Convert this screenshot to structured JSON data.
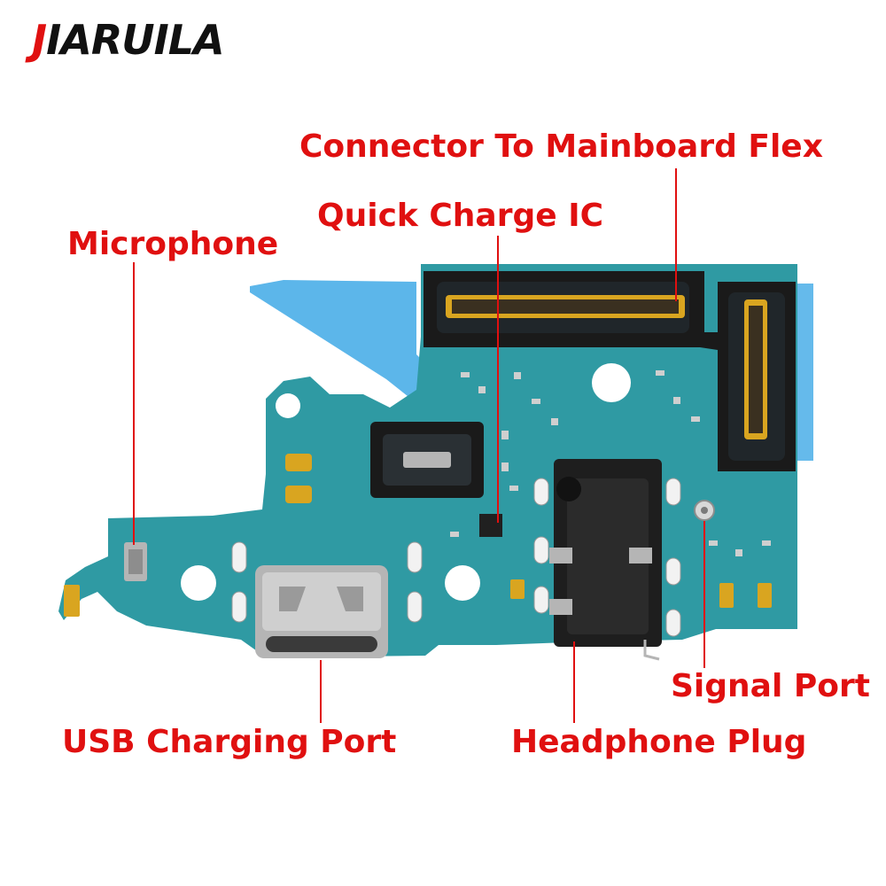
{
  "brand": {
    "logo_text_red": "J",
    "logo_text_black": "IARUILA"
  },
  "colors": {
    "label_red": "#e01010",
    "pcb_green": "#2f9aa3",
    "tape_blue": "#3fa9e6",
    "gasket_black": "#1a1a1a",
    "contact_gold": "#d9a520",
    "metal_silver": "#b5b5b5"
  },
  "callouts": {
    "connector": "Connector To Mainboard Flex",
    "quick_charge": "Quick Charge IC",
    "microphone": "Microphone",
    "usb": "USB Charging Port",
    "headphone": "Headphone Plug",
    "signal": "Signal Port"
  }
}
